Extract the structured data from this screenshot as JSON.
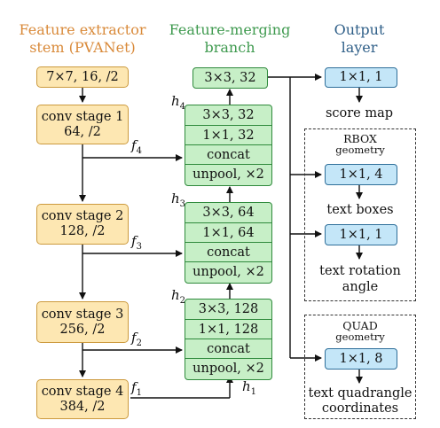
{
  "headers": {
    "stem": [
      "Feature extractor",
      "stem (PVANet)"
    ],
    "merge": [
      "Feature-merging",
      "branch"
    ],
    "output": [
      "Output",
      "layer"
    ]
  },
  "stem": {
    "input": "7×7, 16, /2",
    "stages": [
      {
        "line1": "conv stage 1",
        "line2": "64, /2"
      },
      {
        "line1": "conv stage 2",
        "line2": "128, /2"
      },
      {
        "line1": "conv stage 3",
        "line2": "256, /2"
      },
      {
        "line1": "conv stage 4",
        "line2": "384, /2"
      }
    ]
  },
  "merge": {
    "top": "3×3, 32",
    "groups": [
      {
        "h": "h",
        "hsub": "4",
        "rows": [
          "3×3, 32",
          "1×1, 32",
          "concat",
          "unpool, ×2"
        ]
      },
      {
        "h": "h",
        "hsub": "3",
        "rows": [
          "3×3, 64",
          "1×1, 64",
          "concat",
          "unpool, ×2"
        ]
      },
      {
        "h": "h",
        "hsub": "2",
        "rows": [
          "3×3, 128",
          "1×1, 128",
          "concat",
          "unpool, ×2"
        ]
      }
    ],
    "h1": {
      "h": "h",
      "hsub": "1"
    }
  },
  "features": [
    {
      "f": "f",
      "sub": "4"
    },
    {
      "f": "f",
      "sub": "3"
    },
    {
      "f": "f",
      "sub": "2"
    },
    {
      "f": "f",
      "sub": "1"
    }
  ],
  "output": {
    "score": {
      "box": "1×1, 1",
      "label": "score map"
    },
    "rbox": {
      "title": "RBOX",
      "subtitle": "geometry",
      "boxes": {
        "box": "1×1, 4",
        "label": "text boxes"
      },
      "rotation": {
        "box": "1×1, 1",
        "label1": "text rotation",
        "label2": "angle"
      }
    },
    "quad": {
      "title": "QUAD",
      "subtitle": "geometry",
      "box": "1×1, 8",
      "label1": "text quadrangle",
      "label2": "coordinates"
    }
  },
  "colors": {
    "orange_fill": "#fde7b2",
    "orange_border": "#cc9a3e",
    "green_fill": "#c7efc7",
    "green_border": "#2f8a3c",
    "blue_fill": "#c4e6f8",
    "blue_border": "#2f6f9a"
  }
}
